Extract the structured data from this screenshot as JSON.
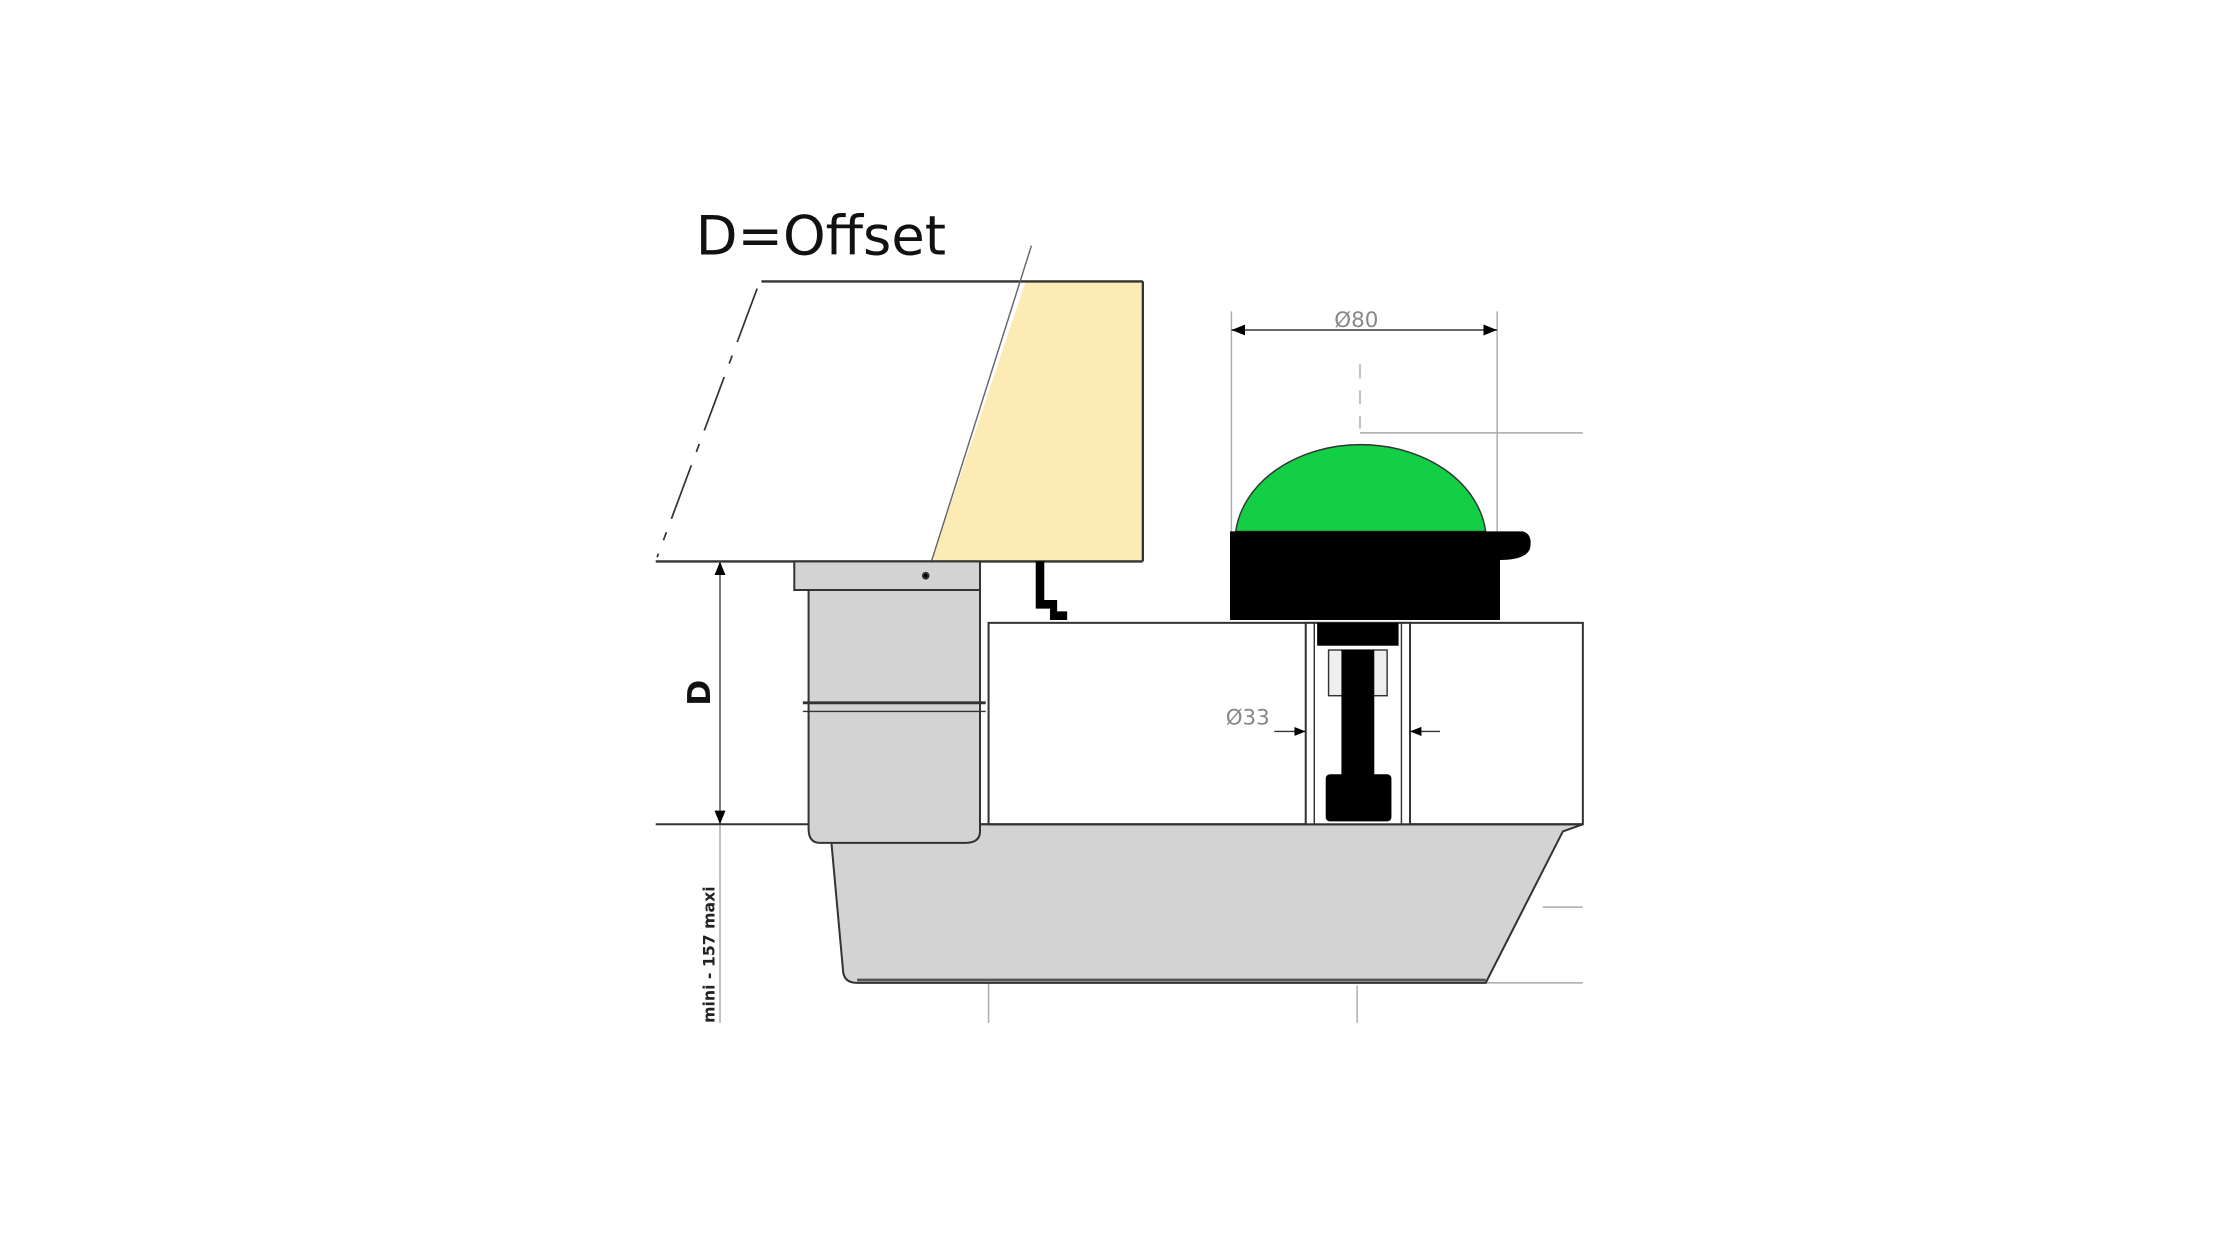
{
  "diagram": {
    "title": "D=Offset",
    "dimension_d": "D",
    "dimension_button_diameter": "Ø80",
    "dimension_stem_diameter": "Ø33",
    "dimension_range": "mini - 157 maxi"
  },
  "colors": {
    "offset_zone": "#fcebb4",
    "button_dome": "#12cf45",
    "button_base": "#000000",
    "drain_body": "#d3d3d3",
    "lines": "#333333",
    "thin_lines": "#aaaaaa"
  }
}
